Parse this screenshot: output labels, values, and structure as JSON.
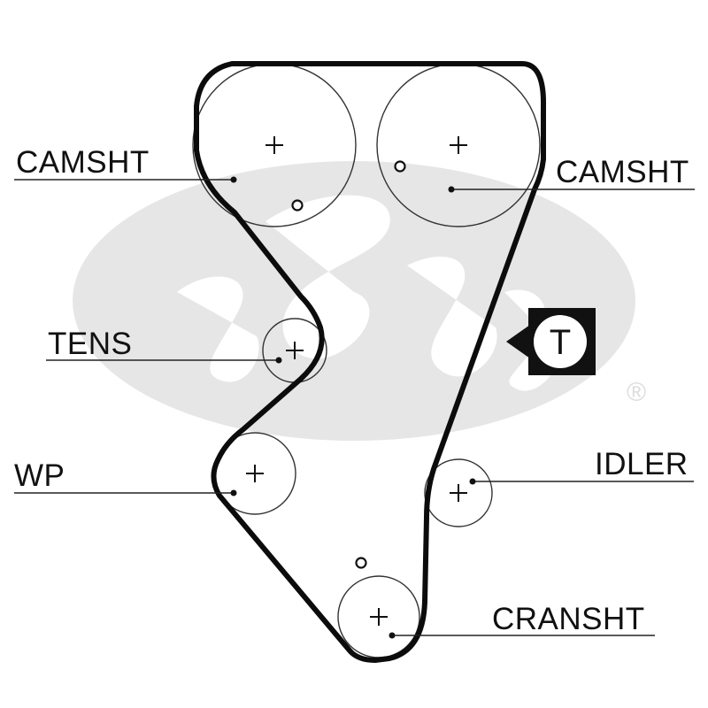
{
  "labels": {
    "camshaft_left": "CAMSHT",
    "camshaft_right": "CAMSHT",
    "tensioner": "TENS",
    "water_pump": "WP",
    "idler": "IDLER",
    "crankshaft": "CRANSHT"
  },
  "timing_mark": {
    "letter": "T"
  },
  "watermark": {
    "registered_symbol": "®"
  }
}
